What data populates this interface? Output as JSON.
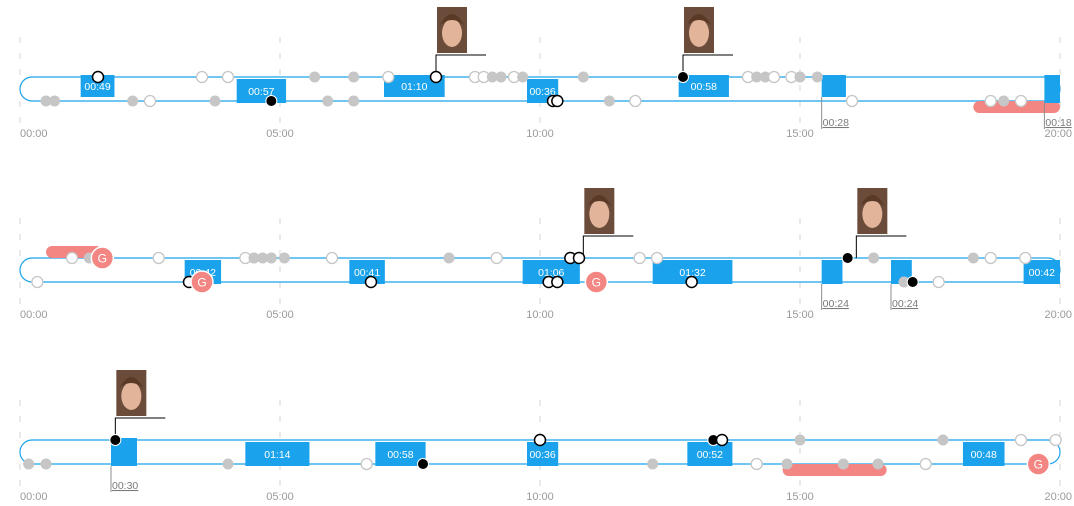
{
  "chart_data": {
    "type": "timeline",
    "x_unit": "mm:ss",
    "x_range": [
      "00:00",
      "20:00"
    ],
    "tick_labels": [
      "00:00",
      "05:00",
      "10:00",
      "15:00",
      "20:00"
    ],
    "colors": {
      "track": "#1aa3ec",
      "segment": "#1aa3ec",
      "segment_text": "#ffffff",
      "event_gray": "#c6c6c6",
      "event_outline": "#000000",
      "event_filled": "#000000",
      "penalty": "#f38683",
      "goal_badge": "#f38683",
      "axis_text": "#9a9a9a"
    },
    "rows": [
      {
        "id": "row-1",
        "segments": [
          {
            "lane": "top",
            "start": "01:10",
            "end": "01:49",
            "label": "00:49"
          },
          {
            "lane": "bottom",
            "start": "04:10",
            "end": "05:07",
            "label": "00:57"
          },
          {
            "lane": "top",
            "start": "07:00",
            "end": "08:10",
            "label": "01:10"
          },
          {
            "lane": "bottom",
            "start": "09:45",
            "end": "10:21",
            "label": "00:36"
          },
          {
            "lane": "top",
            "start": "12:40",
            "end": "13:38",
            "label": "00:58"
          },
          {
            "lane": "top",
            "start": "15:25",
            "end": "15:53",
            "label": "00:28",
            "callout": true
          },
          {
            "lane": "both",
            "start": "19:42",
            "end": "20:00",
            "label": "00:18",
            "callout": true
          }
        ],
        "penalties": [
          {
            "lane": "bottom",
            "start": "18:20",
            "end": "20:00",
            "label": ""
          }
        ],
        "goals": [],
        "avatars": [
          "08:00",
          "12:45"
        ],
        "events": [
          {
            "t": "01:30",
            "lane": "top",
            "kind": "outline"
          },
          {
            "t": "00:30",
            "lane": "bottom",
            "kind": "gray"
          },
          {
            "t": "00:40",
            "lane": "bottom",
            "kind": "gray"
          },
          {
            "t": "02:10",
            "lane": "bottom",
            "kind": "gray"
          },
          {
            "t": "02:30",
            "lane": "bottom",
            "kind": "hollow"
          },
          {
            "t": "03:30",
            "lane": "top",
            "kind": "hollow"
          },
          {
            "t": "04:00",
            "lane": "top",
            "kind": "hollow"
          },
          {
            "t": "03:45",
            "lane": "bottom",
            "kind": "gray"
          },
          {
            "t": "04:50",
            "lane": "bottom",
            "kind": "filled"
          },
          {
            "t": "05:40",
            "lane": "top",
            "kind": "gray"
          },
          {
            "t": "06:25",
            "lane": "top",
            "kind": "gray"
          },
          {
            "t": "07:05",
            "lane": "top",
            "kind": "hollow"
          },
          {
            "t": "05:55",
            "lane": "bottom",
            "kind": "gray"
          },
          {
            "t": "06:25",
            "lane": "bottom",
            "kind": "gray"
          },
          {
            "t": "08:00",
            "lane": "top",
            "kind": "outline"
          },
          {
            "t": "08:45",
            "lane": "top",
            "kind": "hollow"
          },
          {
            "t": "08:55",
            "lane": "top",
            "kind": "hollow"
          },
          {
            "t": "09:05",
            "lane": "top",
            "kind": "gray"
          },
          {
            "t": "09:15",
            "lane": "top",
            "kind": "gray"
          },
          {
            "t": "09:30",
            "lane": "top",
            "kind": "hollow"
          },
          {
            "t": "09:40",
            "lane": "top",
            "kind": "gray"
          },
          {
            "t": "10:15",
            "lane": "bottom",
            "kind": "outline"
          },
          {
            "t": "10:20",
            "lane": "bottom",
            "kind": "outline"
          },
          {
            "t": "10:50",
            "lane": "top",
            "kind": "gray"
          },
          {
            "t": "11:20",
            "lane": "bottom",
            "kind": "gray"
          },
          {
            "t": "11:50",
            "lane": "bottom",
            "kind": "hollow"
          },
          {
            "t": "12:45",
            "lane": "top",
            "kind": "filled"
          },
          {
            "t": "14:00",
            "lane": "top",
            "kind": "hollow"
          },
          {
            "t": "14:10",
            "lane": "top",
            "kind": "gray"
          },
          {
            "t": "14:20",
            "lane": "top",
            "kind": "gray"
          },
          {
            "t": "14:30",
            "lane": "top",
            "kind": "hollow"
          },
          {
            "t": "14:50",
            "lane": "top",
            "kind": "hollow"
          },
          {
            "t": "15:00",
            "lane": "top",
            "kind": "gray"
          },
          {
            "t": "15:20",
            "lane": "top",
            "kind": "gray"
          },
          {
            "t": "16:00",
            "lane": "bottom",
            "kind": "hollow"
          },
          {
            "t": "18:40",
            "lane": "bottom",
            "kind": "hollow"
          },
          {
            "t": "18:55",
            "lane": "bottom",
            "kind": "gray"
          },
          {
            "t": "19:15",
            "lane": "bottom",
            "kind": "hollow"
          }
        ]
      },
      {
        "id": "row-2",
        "segments": [
          {
            "lane": "bottom",
            "start": "03:10",
            "end": "03:52",
            "label": "00:42"
          },
          {
            "lane": "bottom",
            "start": "06:20",
            "end": "07:01",
            "label": "00:41"
          },
          {
            "lane": "bottom",
            "start": "09:40",
            "end": "10:46",
            "label": "01:06"
          },
          {
            "lane": "bottom",
            "start": "12:10",
            "end": "13:42",
            "label": "01:32"
          },
          {
            "lane": "bottom",
            "start": "15:25",
            "end": "15:49",
            "label": "00:24",
            "callout": true
          },
          {
            "lane": "bottom",
            "start": "16:45",
            "end": "17:09",
            "label": "00:24",
            "callout": true
          },
          {
            "lane": "bottom",
            "start": "19:18",
            "end": "20:00",
            "label": "00:42"
          }
        ],
        "penalties": [
          {
            "lane": "top",
            "start": "00:30",
            "end": "01:35",
            "label": ""
          }
        ],
        "goals": [
          {
            "t": "01:35",
            "lane": "top",
            "label": "G"
          },
          {
            "t": "03:30",
            "lane": "bottom",
            "label": "G"
          },
          {
            "t": "11:05",
            "lane": "bottom",
            "label": "G"
          }
        ],
        "avatars": [
          "10:50",
          "16:05"
        ],
        "events": [
          {
            "t": "00:20",
            "lane": "bottom",
            "kind": "hollow"
          },
          {
            "t": "01:00",
            "lane": "top",
            "kind": "hollow"
          },
          {
            "t": "01:20",
            "lane": "top",
            "kind": "gray"
          },
          {
            "t": "02:40",
            "lane": "top",
            "kind": "hollow"
          },
          {
            "t": "03:15",
            "lane": "bottom",
            "kind": "outline"
          },
          {
            "t": "04:20",
            "lane": "top",
            "kind": "hollow"
          },
          {
            "t": "04:30",
            "lane": "top",
            "kind": "gray"
          },
          {
            "t": "04:40",
            "lane": "top",
            "kind": "gray"
          },
          {
            "t": "04:50",
            "lane": "top",
            "kind": "gray"
          },
          {
            "t": "05:05",
            "lane": "top",
            "kind": "gray"
          },
          {
            "t": "06:00",
            "lane": "top",
            "kind": "hollow"
          },
          {
            "t": "06:45",
            "lane": "bottom",
            "kind": "outline"
          },
          {
            "t": "08:15",
            "lane": "top",
            "kind": "gray"
          },
          {
            "t": "09:10",
            "lane": "top",
            "kind": "hollow"
          },
          {
            "t": "10:10",
            "lane": "bottom",
            "kind": "outline"
          },
          {
            "t": "10:20",
            "lane": "bottom",
            "kind": "outline"
          },
          {
            "t": "10:35",
            "lane": "top",
            "kind": "outline"
          },
          {
            "t": "10:45",
            "lane": "top",
            "kind": "outline"
          },
          {
            "t": "11:55",
            "lane": "top",
            "kind": "hollow"
          },
          {
            "t": "12:15",
            "lane": "top",
            "kind": "hollow"
          },
          {
            "t": "12:55",
            "lane": "bottom",
            "kind": "outline"
          },
          {
            "t": "15:55",
            "lane": "top",
            "kind": "filled"
          },
          {
            "t": "16:25",
            "lane": "top",
            "kind": "gray"
          },
          {
            "t": "17:00",
            "lane": "bottom",
            "kind": "gray"
          },
          {
            "t": "17:10",
            "lane": "bottom",
            "kind": "filled"
          },
          {
            "t": "17:40",
            "lane": "bottom",
            "kind": "hollow"
          },
          {
            "t": "18:20",
            "lane": "top",
            "kind": "gray"
          },
          {
            "t": "18:40",
            "lane": "top",
            "kind": "hollow"
          },
          {
            "t": "19:20",
            "lane": "top",
            "kind": "hollow"
          }
        ]
      },
      {
        "id": "row-3",
        "segments": [
          {
            "lane": "both",
            "start": "01:45",
            "end": "02:15",
            "label": "00:30",
            "callout": true
          },
          {
            "lane": "bottom",
            "start": "04:20",
            "end": "05:34",
            "label": "01:14"
          },
          {
            "lane": "bottom",
            "start": "06:50",
            "end": "07:48",
            "label": "00:58"
          },
          {
            "lane": "bottom",
            "start": "09:45",
            "end": "10:21",
            "label": "00:36"
          },
          {
            "lane": "bottom",
            "start": "12:50",
            "end": "13:42",
            "label": "00:52"
          },
          {
            "lane": "bottom",
            "start": "18:08",
            "end": "18:56",
            "label": "00:48"
          }
        ],
        "penalties": [
          {
            "lane": "bottom",
            "start": "14:40",
            "end": "16:40",
            "label": ""
          }
        ],
        "goals": [
          {
            "t": "19:35",
            "lane": "bottom",
            "label": "G"
          }
        ],
        "avatars": [
          "01:50"
        ],
        "events": [
          {
            "t": "00:10",
            "lane": "bottom",
            "kind": "gray"
          },
          {
            "t": "00:30",
            "lane": "bottom",
            "kind": "gray"
          },
          {
            "t": "01:50",
            "lane": "top",
            "kind": "filled"
          },
          {
            "t": "04:00",
            "lane": "bottom",
            "kind": "gray"
          },
          {
            "t": "06:40",
            "lane": "bottom",
            "kind": "hollow"
          },
          {
            "t": "07:45",
            "lane": "bottom",
            "kind": "filled"
          },
          {
            "t": "10:00",
            "lane": "top",
            "kind": "outline"
          },
          {
            "t": "12:10",
            "lane": "bottom",
            "kind": "gray"
          },
          {
            "t": "13:20",
            "lane": "top",
            "kind": "filled"
          },
          {
            "t": "13:30",
            "lane": "top",
            "kind": "outline"
          },
          {
            "t": "14:10",
            "lane": "bottom",
            "kind": "hollow"
          },
          {
            "t": "14:45",
            "lane": "bottom",
            "kind": "gray"
          },
          {
            "t": "15:00",
            "lane": "top",
            "kind": "gray"
          },
          {
            "t": "15:50",
            "lane": "bottom",
            "kind": "gray"
          },
          {
            "t": "16:30",
            "lane": "bottom",
            "kind": "gray"
          },
          {
            "t": "17:25",
            "lane": "bottom",
            "kind": "hollow"
          },
          {
            "t": "17:45",
            "lane": "top",
            "kind": "gray"
          },
          {
            "t": "19:15",
            "lane": "top",
            "kind": "hollow"
          },
          {
            "t": "19:55",
            "lane": "top",
            "kind": "hollow"
          }
        ]
      }
    ]
  }
}
